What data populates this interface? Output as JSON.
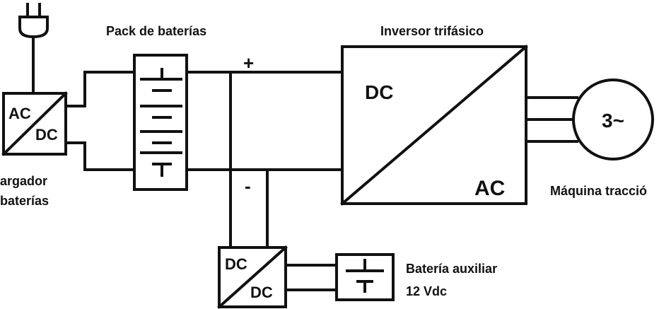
{
  "labels": {
    "charger_line1": "argador",
    "charger_line2": "baterías",
    "battery_pack": "Pack de baterías",
    "inverter": "Inversor trifásico",
    "motor": "Máquina tracció",
    "aux_battery_line1": "Batería auxiliar",
    "aux_battery_line2": "12 Vdc"
  },
  "charger": {
    "in": "AC",
    "out": "DC"
  },
  "inverter": {
    "in": "DC",
    "out": "AC"
  },
  "dcdc": {
    "in": "DC",
    "out": "DC"
  },
  "motor": {
    "symbol": "3~"
  },
  "polarity": {
    "positive": "+",
    "negative": "-"
  }
}
